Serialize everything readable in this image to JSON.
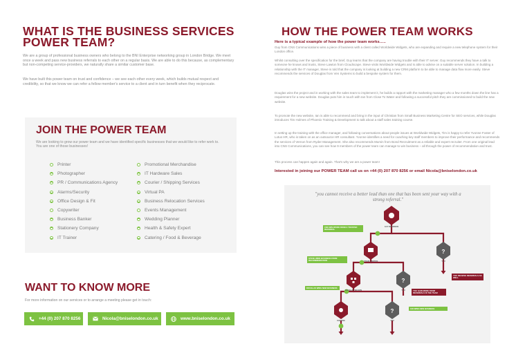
{
  "left": {
    "title": "WHAT IS THE BUSINESS SERVICES POWER TEAM?",
    "intro_p1": "We are a group of professional business owners who belong to the BNI Enterprise networking group in London Bridge. We meet once a week and pass new business referrals to each other on a regular basis. We are able to do this because, as complementary but non-competing service-providers, we naturally share a similar customer base.",
    "intro_p2": "We have built this power team on trust and confidence – we see each other every week, which builds mutual respect and credibility, so that we know we can refer a fellow member's service to a client and in turn benefit when they reciprocate.",
    "join": {
      "title": "JOIN THE POWER TEAM",
      "intro": "We are looking to grow our power team and we have identified specific businesses that we would like to refer work to. You are one of those businesses!",
      "col1": [
        "Printer",
        "Photographer",
        "PR / Communications Agency",
        "Alarms/Security",
        "Office Design & Fit",
        "Copywriter",
        "Business Banker",
        "Stationery Company",
        "IT Trainer"
      ],
      "col2": [
        "Promotional Merchandise",
        "IT Hardware Sales",
        "Courier / Shipping Services",
        "Virtual PA",
        "Business Relocation Services",
        "Events Management",
        "Wedding Planner",
        "Health & Safety Expert",
        "Catering / Food & Beverage"
      ]
    },
    "want": {
      "title": "WANT TO KNOW MORE",
      "text": "For more information on our services or to arrange a meeting please get in touch:",
      "phone": "+44 (0) 207 870 8256",
      "email": "Nicola@bniselondon.co.uk",
      "web": "www.bniselondon.co.uk"
    }
  },
  "right": {
    "title": "HOW THE POWER TEAM WORKS",
    "subtitle": "Here is a typical example of how the power team works…..",
    "p1": "Guy from CNS Communications wins a piece of business with a client called Worldwide Widgets, who are expanding and require a new telephone system for their London office.",
    "p2": "Whilst consulting over the specification for the brief, Guy learns that the company are having trouble with their IT server. Guy recommends they have a talk to someone he knows and trusts, Steve Lawton from Cloudscape. Steve visits Worldwide Widgets and is able to advise on a suitable server solution. In building a relationship with the IT manager, Steve is told that the company is looking at building a new CRM platform to be able to manage data flow more easily. Steve recommends the services of Douglas from Ven Systems to build a bespoke system for them.",
    "p3": "Douglas wins the project and in working with the sales team to implement it, he builds a rapport with the marketing manager who a few months down the line has a requirement for a new website. Douglas puts him in touch with Ian from Close To Water and following a successful pitch they are commissioned to build the new website.",
    "p4": "To promote the new website, Ian is able to recommend and bring in the input of Christian from Small Business Marketing Centre for SEO services, while Douglas introduces Tim Holmes of Phoenix Training & Development to talk about a staff sales training course.",
    "p5": "In setting up the training with the office manager, and following conversations about people issues at Worldwide Widgets, Tim is happy to refer Yvonne Foster of Lotus HR, who is taken on as an outsource HR consultant. Yvonne identifies a need for coaching key staff members to improve their performance and recommends the services of Vernon from Ryder Management. She also recommends Mumin from Bond Recruitment as a reliable and expert recruiter. From one original lead into CNS Communications, you can see how 9 members of the power team can manage to win business – all through the power of recommendation and trust.",
    "p6": "This process can happen again and again. That's why we are a power team!",
    "interest": "Interested in joining our POWER TEAM call us on +44 (0) 207 870 8256 or email Nicola@bniselondon.co.uk",
    "diagram": {
      "quote": "\"you cannot receive a better lead than one that has been sent your way with a strong referral.\"",
      "top_node": "GUY ROBINSON",
      "mid_node": "STEVE LAWTON",
      "mid_right_node": "YOU",
      "low_node": "DOUGLAS WILSON",
      "low_right_node": "YOU",
      "bottom_node": "IAN KING",
      "bottom_right_node": "YOU",
      "lbl1": "CNS WIN WORK FROM A TRUSTED REFERRAL",
      "lbl2": "STEVE WINS BUSINESS FROM RECOMMENDATION",
      "lbl3": "DOUGLAS WINS NEW BUSINESS",
      "lbl4": "IAN WINS NEW BUSINESS",
      "lbl_you1": "YOU RECEIVE REFERRALS AS WELL",
      "lbl_you2": "YOU GAIN MORE FROM REFERRALS IN THE TEAM"
    }
  }
}
